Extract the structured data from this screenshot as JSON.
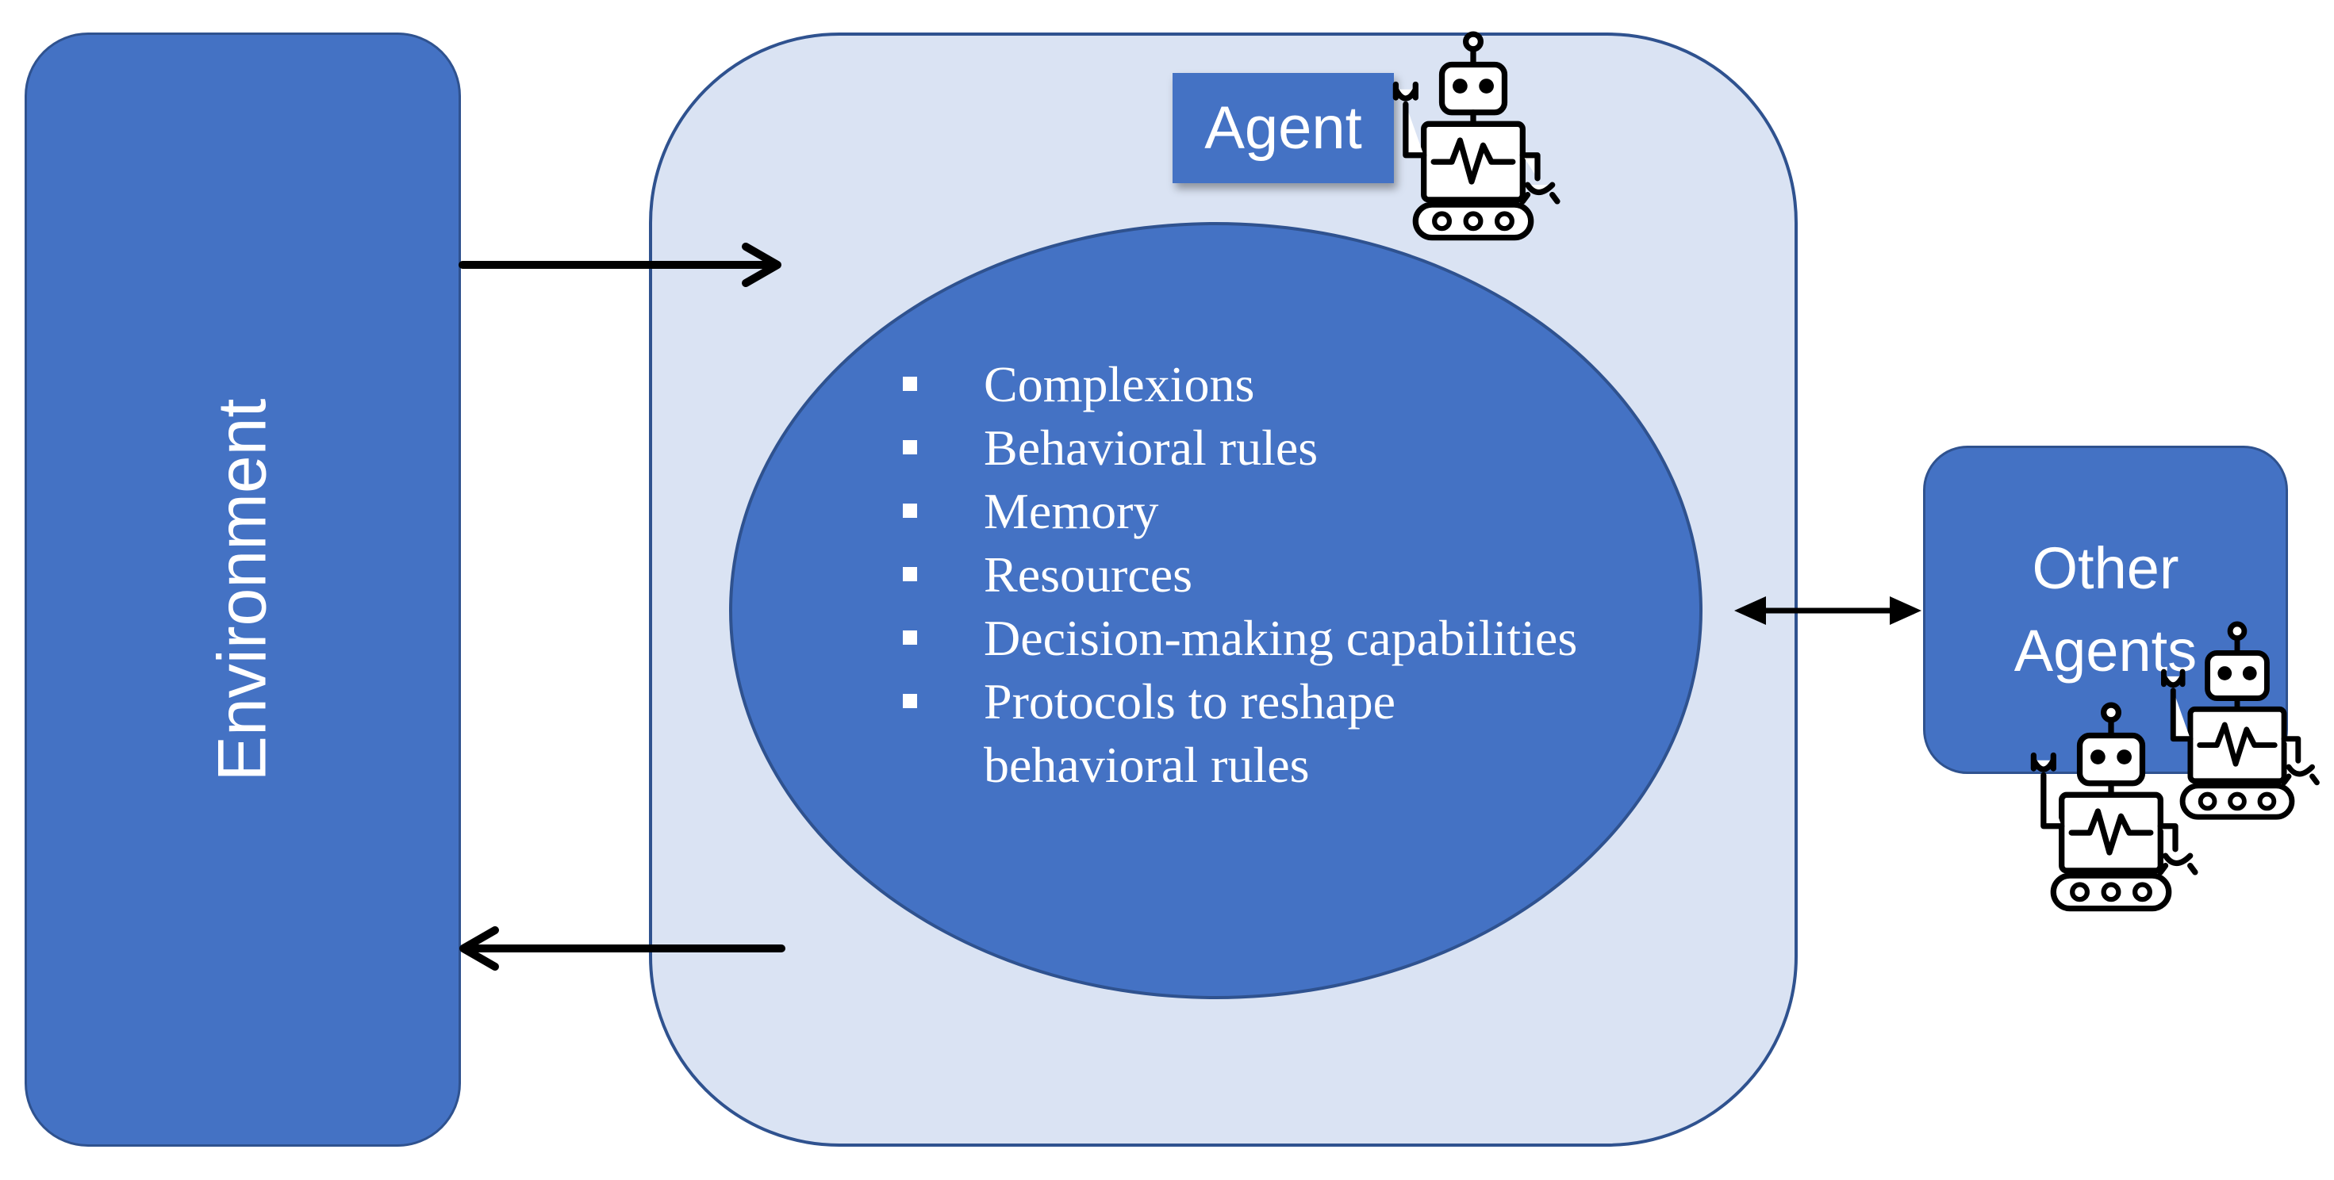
{
  "environment": {
    "label": "Environment"
  },
  "agent": {
    "title": "Agent",
    "attributes": [
      "Complexions",
      "Behavioral rules",
      "Memory",
      "Resources",
      "Decision-making capabilities",
      "Protocols to reshape behavioral rules"
    ]
  },
  "other_agents": {
    "label_line1": "Other",
    "label_line2": "Agents"
  },
  "colors": {
    "box_fill": "#4472C4",
    "box_border": "#2F528F",
    "agent_container_fill": "#DAE3F3",
    "arrow": "#000000",
    "text": "#FFFFFF"
  },
  "icons": {
    "agent": "robot-icon",
    "other_agents": [
      "robot-icon",
      "robot-icon"
    ]
  }
}
